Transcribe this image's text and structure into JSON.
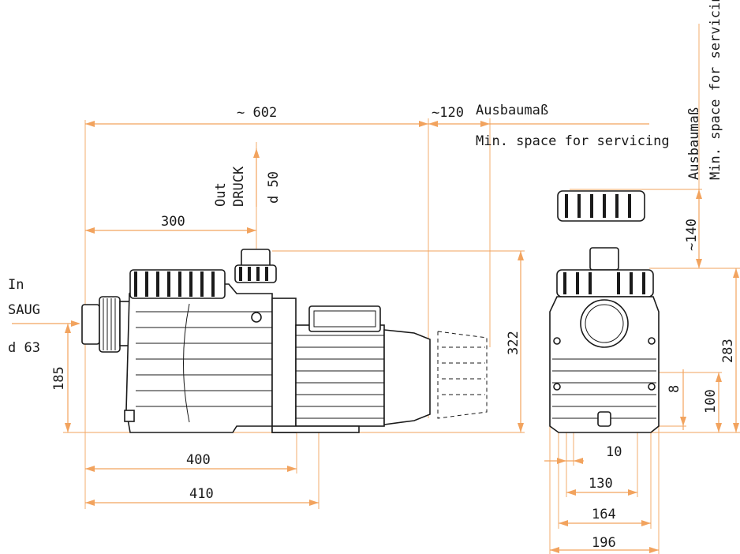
{
  "labels": {
    "inlet_in": "In",
    "inlet_saug": "SAUG",
    "inlet_d": "d 63",
    "outlet_out": "Out",
    "outlet_druck": "DRUCK",
    "outlet_d": "d 50",
    "service_de_top": "Ausbaumaß",
    "service_en_top": "Min. space for servicing",
    "service_de_side": "Ausbaumaß",
    "service_en_side": "Min. space for servicing"
  },
  "dimensions": {
    "overall_length": "~ 602",
    "service_length": "~120",
    "inlet_to_outlet": "300",
    "inlet_height": "185",
    "total_height_side": "322",
    "base_400": "400",
    "base_410": "410",
    "lid_clearance": "~140",
    "front_height": "283",
    "foot_8": "8",
    "outlet_height_100": "100",
    "width_10": "10",
    "width_130": "130",
    "width_164": "164",
    "width_196": "196"
  },
  "colors": {
    "dimension_lines": "#f2a35e",
    "drawing_lines": "#1a1a1a",
    "background": "#ffffff"
  }
}
